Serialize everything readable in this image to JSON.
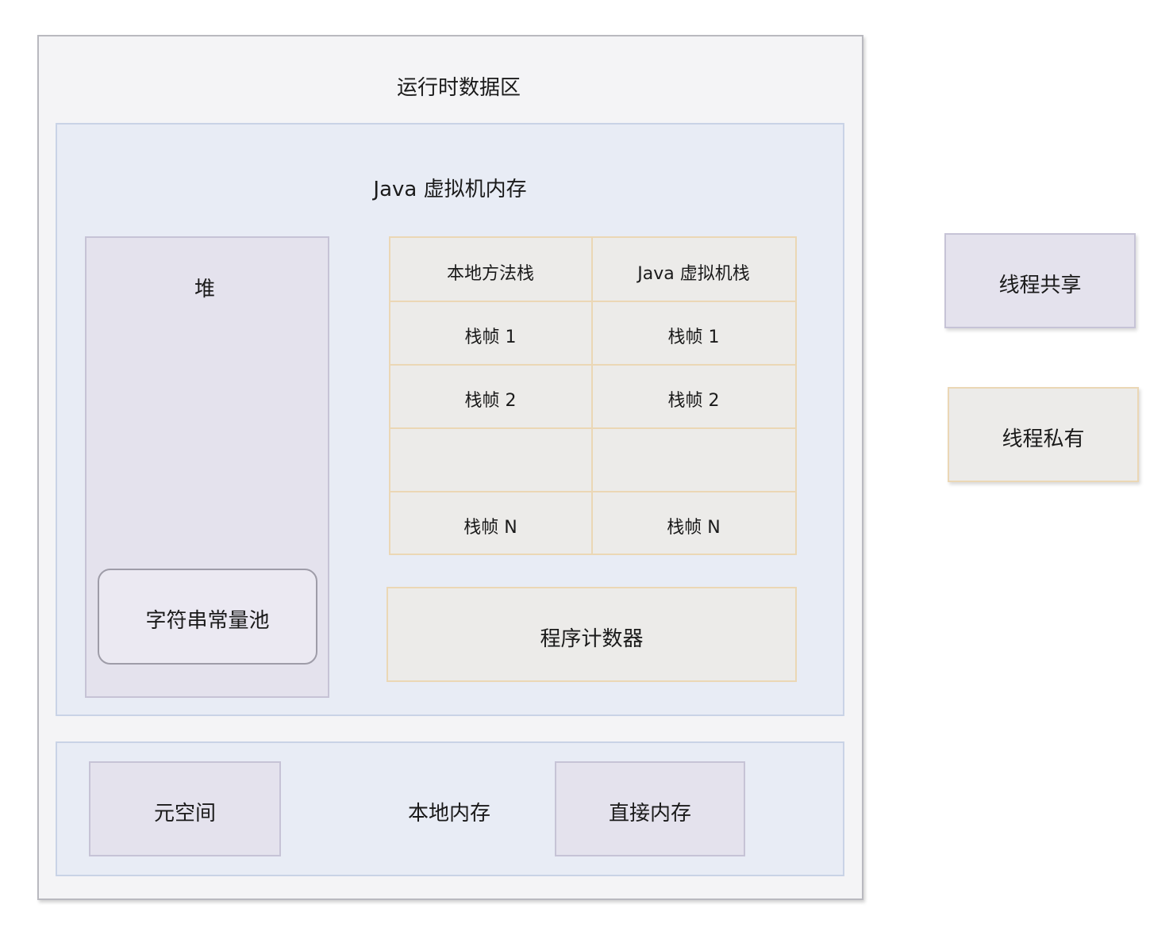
{
  "runtime_area": {
    "title": "运行时数据区"
  },
  "jvm_memory": {
    "title": "Java 虚拟机内存",
    "heap": {
      "label": "堆",
      "string_pool": "字符串常量池"
    },
    "stacks": {
      "columns": [
        "本地方法栈",
        "Java 虚拟机栈"
      ],
      "frames": [
        [
          "栈帧 1",
          "栈帧 1"
        ],
        [
          "栈帧 2",
          "栈帧 2"
        ],
        [
          "",
          ""
        ],
        [
          "栈帧 N",
          "栈帧 N"
        ]
      ]
    },
    "program_counter": "程序计数器"
  },
  "native_memory": {
    "title": "本地内存",
    "metaspace": "元空间",
    "direct_memory": "直接内存"
  },
  "legend": {
    "thread_shared": "线程共享",
    "thread_private": "线程私有"
  },
  "colors": {
    "outer_fill": "#f4f4f6",
    "jvm_fill": "#e8ecf5",
    "shared_fill": "#e4e2ed",
    "private_fill": "#ecebe9",
    "private_border": "#ebd7b5"
  }
}
